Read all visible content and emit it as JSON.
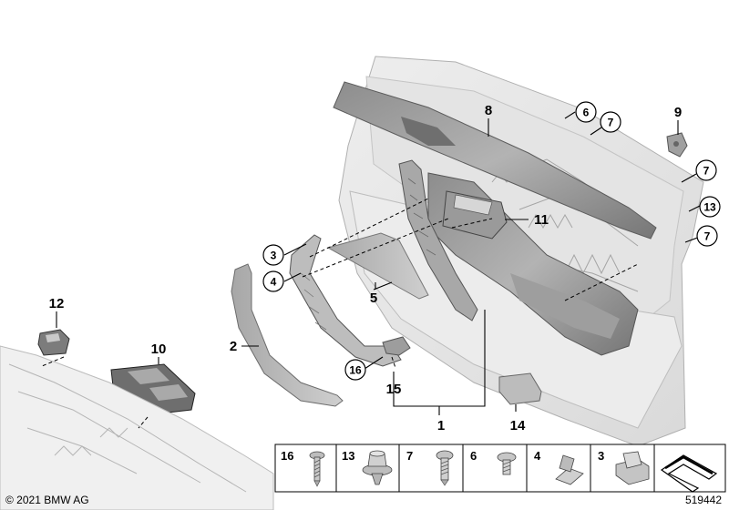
{
  "callouts": {
    "c1": "1",
    "c2": "2",
    "c3": "3",
    "c4": "4",
    "c5": "5",
    "c6": "6",
    "c7a": "7",
    "c7b": "7",
    "c7c": "7",
    "c8": "8",
    "c9": "9",
    "c10": "10",
    "c11": "11",
    "c12": "12",
    "c13": "13",
    "c14": "14",
    "c15": "15",
    "c16": "16"
  },
  "fastener_table": [
    {
      "label": "16",
      "icon": "self-tapping-screw-icon"
    },
    {
      "label": "13",
      "icon": "expanding-rivet-icon"
    },
    {
      "label": "7",
      "icon": "clip-screw-icon"
    },
    {
      "label": "6",
      "icon": "collar-screw-icon"
    },
    {
      "label": "4",
      "icon": "bracket-clip-icon"
    },
    {
      "label": "3",
      "icon": "spring-clip-icon"
    },
    {
      "label": "",
      "icon": "seal-strip-icon"
    }
  ],
  "footer": {
    "copyright": "© 2021 BMW AG",
    "diagram_number": "519442"
  }
}
